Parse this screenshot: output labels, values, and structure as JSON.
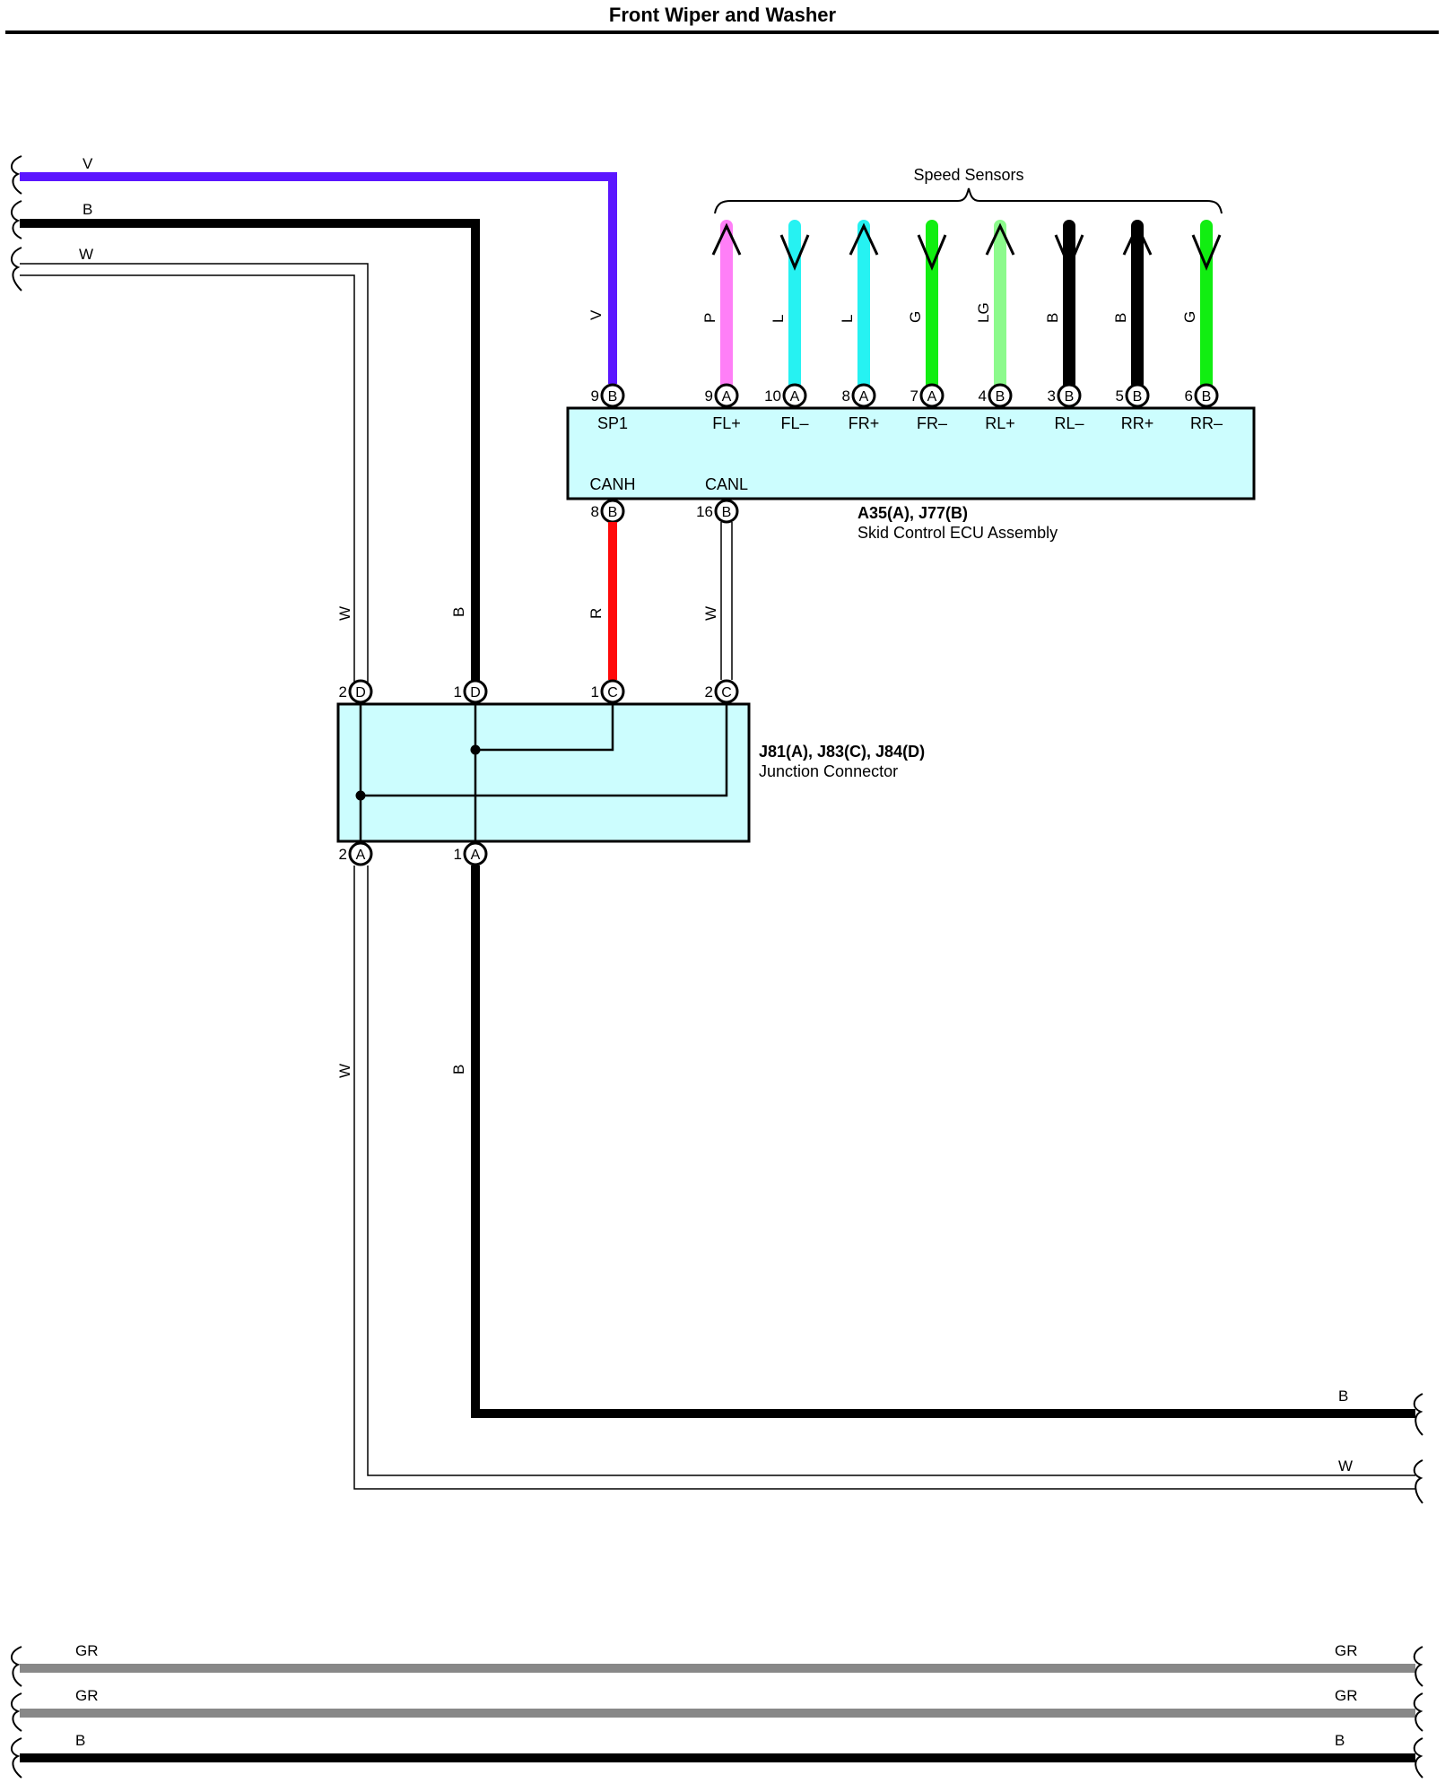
{
  "title": "Front Wiper and Washer",
  "speed_sensors_label": "Speed Sensors",
  "ecu": {
    "code": "A35(A), J77(B)",
    "name": "Skid Control ECU Assembly",
    "top_pins": [
      {
        "num": "9",
        "conn": "B",
        "signal": "SP1",
        "wire": "V",
        "color": "#5b16ff",
        "dir": "none"
      },
      {
        "num": "9",
        "conn": "A",
        "signal": "FL+",
        "wire": "P",
        "color": "#ff7ff7",
        "dir": "up"
      },
      {
        "num": "10",
        "conn": "A",
        "signal": "FL–",
        "wire": "L",
        "color": "#26f2f2",
        "dir": "down"
      },
      {
        "num": "8",
        "conn": "A",
        "signal": "FR+",
        "wire": "L",
        "color": "#26f2f2",
        "dir": "up"
      },
      {
        "num": "7",
        "conn": "A",
        "signal": "FR–",
        "wire": "G",
        "color": "#11ee11",
        "dir": "down"
      },
      {
        "num": "4",
        "conn": "B",
        "signal": "RL+",
        "wire": "LG",
        "color": "#8cfa8c",
        "dir": "up"
      },
      {
        "num": "3",
        "conn": "B",
        "signal": "RL–",
        "wire": "B",
        "color": "#000000",
        "dir": "down"
      },
      {
        "num": "5",
        "conn": "B",
        "signal": "RR+",
        "wire": "B",
        "color": "#000000",
        "dir": "up"
      },
      {
        "num": "6",
        "conn": "B",
        "signal": "RR–",
        "wire": "G",
        "color": "#11ee11",
        "dir": "down"
      }
    ],
    "bottom_pins": [
      {
        "num": "8",
        "conn": "B",
        "signal": "CANH",
        "wire": "R",
        "color": "#ff0a0a"
      },
      {
        "num": "16",
        "conn": "B",
        "signal": "CANL",
        "wire": "W",
        "color": "#ffffff"
      }
    ]
  },
  "junction": {
    "code": "J81(A), J83(C), J84(D)",
    "name": "Junction Connector",
    "top_pins": [
      {
        "num": "2",
        "conn": "D"
      },
      {
        "num": "1",
        "conn": "D"
      },
      {
        "num": "1",
        "conn": "C"
      },
      {
        "num": "2",
        "conn": "C"
      }
    ],
    "bottom_pins": [
      {
        "num": "2",
        "conn": "A"
      },
      {
        "num": "1",
        "conn": "A"
      }
    ]
  },
  "wire_labels": {
    "v_top": "V",
    "b_top": "B",
    "w_top": "W",
    "v_vert": "V",
    "w_upper": "W",
    "b_upper": "B",
    "r_vert": "R",
    "w_canl": "W",
    "w_lower": "W",
    "b_lower": "B",
    "b_right": "B",
    "w_right": "W"
  },
  "bottom_wires": [
    {
      "left": "GR",
      "right": "GR",
      "color": "#888888"
    },
    {
      "left": "GR",
      "right": "GR",
      "color": "#888888"
    },
    {
      "left": "B",
      "right": "B",
      "color": "#000000"
    }
  ],
  "colors": {
    "box_fill": "#ccfdfe",
    "violet": "#5b16ff",
    "red": "#ff0a0a"
  }
}
